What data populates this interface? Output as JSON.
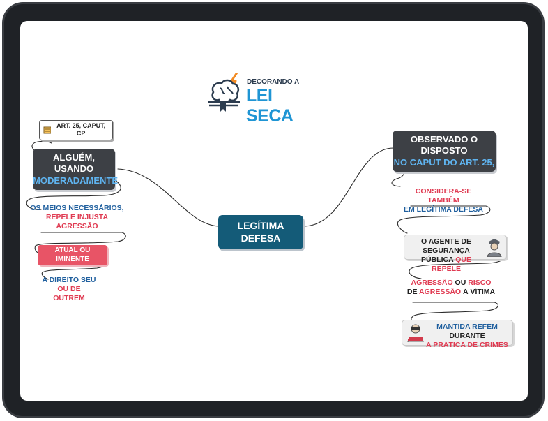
{
  "logo": {
    "top": "DECORANDO A",
    "main": "LEI SECA"
  },
  "center": "LEGÍTIMA DEFESA",
  "left": {
    "reference": "ART. 25, CAPUT, CP",
    "title_line1": "ALGUÉM, USANDO",
    "title_line2": "MODERADAMENTE",
    "means_line1": "OS MEIOS NECESSÁRIOS,",
    "means_line2": "REPELE INJUSTA AGRESSÃO",
    "pill": "ATUAL OU IMINENTE",
    "right_line1": "A DIREITO SEU",
    "right_line2": "OU DE OUTREM"
  },
  "right": {
    "title_line1": "OBSERVADO O DISPOSTO",
    "title_line2": "NO CAPUT DO ART. 25,",
    "also_line1": "CONSIDERA-SE TAMBÉM",
    "also_line2": "EM LEGÍTIMA DEFESA",
    "agent_line1": "O AGENTE DE SEGURANÇA",
    "agent_line2a": "PÚBLICA",
    "agent_line2b": "QUE REPELE",
    "aggr_a": "AGRESSÃO",
    "aggr_b": "OU",
    "aggr_c": "RISCO",
    "aggr_d": "DE",
    "aggr_e": "AGRESSÃO",
    "aggr_f": "À VÍTIMA",
    "hostage_a": "MANTIDA REFÉM",
    "hostage_b": "DURANTE",
    "hostage_line2": "A PRÁTICA DE CRIMES"
  }
}
